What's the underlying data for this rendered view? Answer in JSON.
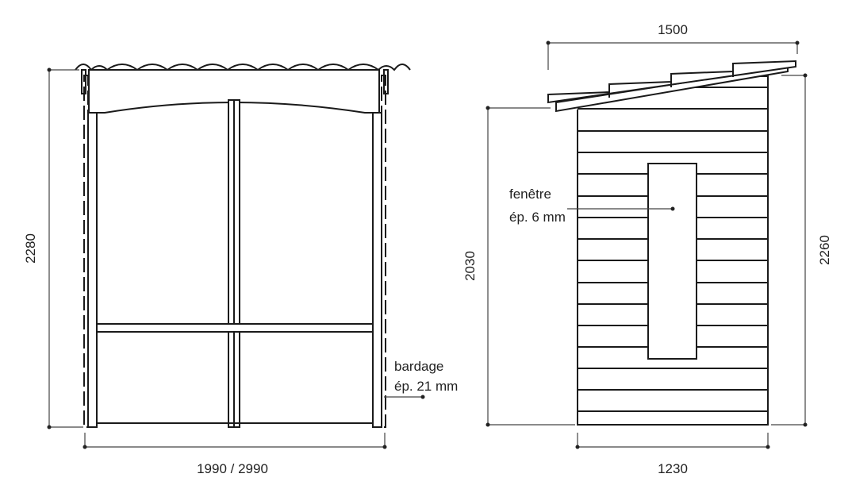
{
  "front_view": {
    "height_label": "2280",
    "width_label": "1990 / 2990",
    "cladding_label_line1": "bardage",
    "cladding_label_line2": "ép. 21 mm"
  },
  "side_view": {
    "roof_width_label": "1500",
    "front_height_label": "2030",
    "back_height_label": "2260",
    "width_label": "1230",
    "window_label_line1": "fenêtre",
    "window_label_line2": "ép. 6 mm"
  }
}
